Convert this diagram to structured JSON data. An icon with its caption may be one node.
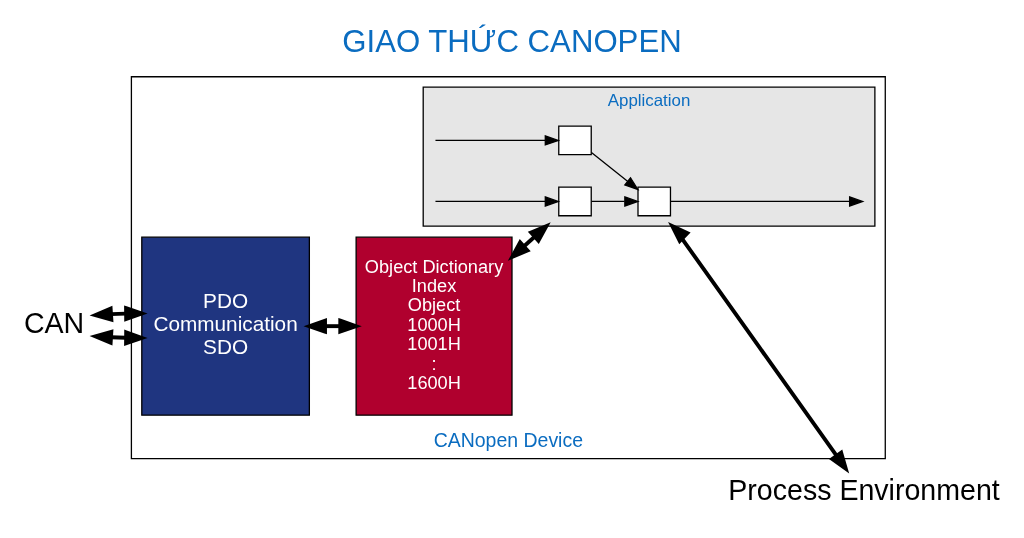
{
  "diagram": {
    "title": "GIAO THỨC CANOPEN",
    "nodes": [
      {
        "text": [
          "CANopen Device"
        ]
      },
      {
        "text": [
          "PDO",
          "Communication",
          "SDO"
        ],
        "in": 0
      },
      {
        "text": [
          "Object Dictionary",
          "Index",
          "Object",
          "1000H",
          "1001H",
          ":",
          "1600H"
        ],
        "in": 0
      },
      {
        "text": [
          "Application"
        ],
        "in": 0
      },
      {
        "text": [],
        "shape": "box",
        "in": 3
      },
      {
        "text": [],
        "shape": "box",
        "in": 3
      },
      {
        "text": [],
        "shape": "box",
        "in": 3
      },
      {
        "text": [
          "CAN"
        ]
      },
      {
        "text": [
          "Process Environment"
        ]
      }
    ],
    "edges": [
      {
        "from": 7,
        "to": 1,
        "arrow": "both",
        "style": "thick"
      },
      {
        "from": 7,
        "to": 1,
        "arrow": "both",
        "style": "thick"
      },
      {
        "from": 1,
        "to": 2,
        "arrow": "both",
        "style": "thick"
      },
      {
        "from": 2,
        "to": 3,
        "arrow": "both",
        "style": "thick"
      },
      {
        "from": 3,
        "to": 8,
        "arrow": "both",
        "style": "thick"
      },
      {
        "from": null,
        "to": 4,
        "arrow": "to"
      },
      {
        "from": null,
        "to": 5,
        "arrow": "to"
      },
      {
        "from": 4,
        "to": 6,
        "arrow": "to"
      },
      {
        "from": 5,
        "to": 6,
        "arrow": "to"
      },
      {
        "from": 6,
        "to": null,
        "arrow": "to"
      }
    ]
  }
}
